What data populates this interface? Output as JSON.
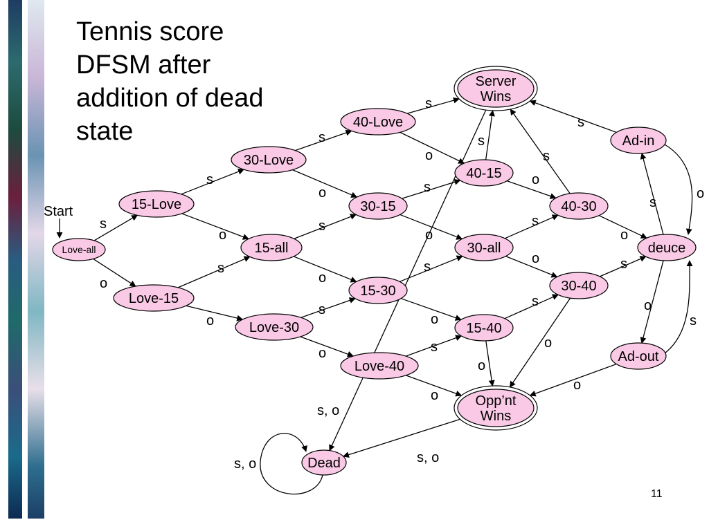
{
  "slide": {
    "title_lines": [
      "Tennis score",
      "DFSM after",
      "addition of dead",
      "state"
    ],
    "page_number": "11"
  },
  "colors": {
    "state_fill": "#f9c9e5",
    "state_stroke": "#000000",
    "edge": "#000000",
    "background": "#ffffff"
  },
  "diagram": {
    "start_label": "Start",
    "states": [
      {
        "id": "love-all",
        "label": "Love-all"
      },
      {
        "id": "15-love",
        "label": "15-Love"
      },
      {
        "id": "love-15",
        "label": "Love-15"
      },
      {
        "id": "30-love",
        "label": "30-Love"
      },
      {
        "id": "15-all",
        "label": "15-all"
      },
      {
        "id": "love-30",
        "label": "Love-30"
      },
      {
        "id": "40-love",
        "label": "40-Love"
      },
      {
        "id": "30-15",
        "label": "30-15"
      },
      {
        "id": "15-30",
        "label": "15-30"
      },
      {
        "id": "love-40",
        "label": "Love-40"
      },
      {
        "id": "40-15",
        "label": "40-15"
      },
      {
        "id": "30-all",
        "label": "30-all"
      },
      {
        "id": "15-40",
        "label": "15-40"
      },
      {
        "id": "40-30",
        "label": "40-30"
      },
      {
        "id": "30-40",
        "label": "30-40"
      },
      {
        "id": "deuce",
        "label": "deuce"
      },
      {
        "id": "ad-in",
        "label": "Ad-in"
      },
      {
        "id": "ad-out",
        "label": "Ad-out"
      },
      {
        "id": "server-wins",
        "label": "Server Wins",
        "accepting": true
      },
      {
        "id": "oppnt-wins",
        "label": "Opp’nt Wins",
        "accepting": true
      },
      {
        "id": "dead",
        "label": "Dead"
      }
    ],
    "transitions": [
      {
        "from": "love-all",
        "to": "15-love",
        "label": "s"
      },
      {
        "from": "love-all",
        "to": "love-15",
        "label": "o"
      },
      {
        "from": "15-love",
        "to": "30-love",
        "label": "s"
      },
      {
        "from": "15-love",
        "to": "15-all",
        "label": "o"
      },
      {
        "from": "love-15",
        "to": "15-all",
        "label": "s"
      },
      {
        "from": "love-15",
        "to": "love-30",
        "label": "o"
      },
      {
        "from": "30-love",
        "to": "40-love",
        "label": "s"
      },
      {
        "from": "30-love",
        "to": "30-15",
        "label": "o"
      },
      {
        "from": "15-all",
        "to": "30-15",
        "label": "s"
      },
      {
        "from": "15-all",
        "to": "15-30",
        "label": "o"
      },
      {
        "from": "love-30",
        "to": "15-30",
        "label": "s"
      },
      {
        "from": "love-30",
        "to": "love-40",
        "label": "o"
      },
      {
        "from": "40-love",
        "to": "server-wins",
        "label": "s"
      },
      {
        "from": "40-love",
        "to": "40-15",
        "label": "o"
      },
      {
        "from": "30-15",
        "to": "40-15",
        "label": "s"
      },
      {
        "from": "30-15",
        "to": "30-all",
        "label": "o"
      },
      {
        "from": "15-30",
        "to": "30-all",
        "label": "s"
      },
      {
        "from": "15-30",
        "to": "15-40",
        "label": "o"
      },
      {
        "from": "love-40",
        "to": "15-40",
        "label": "s"
      },
      {
        "from": "love-40",
        "to": "oppnt-wins",
        "label": "o"
      },
      {
        "from": "40-15",
        "to": "server-wins",
        "label": "s"
      },
      {
        "from": "40-15",
        "to": "40-30",
        "label": "o"
      },
      {
        "from": "30-all",
        "to": "40-30",
        "label": "s"
      },
      {
        "from": "30-all",
        "to": "30-40",
        "label": "o"
      },
      {
        "from": "15-40",
        "to": "30-40",
        "label": "s"
      },
      {
        "from": "15-40",
        "to": "oppnt-wins",
        "label": "o"
      },
      {
        "from": "40-30",
        "to": "server-wins",
        "label": "s"
      },
      {
        "from": "40-30",
        "to": "deuce",
        "label": "o"
      },
      {
        "from": "30-40",
        "to": "deuce",
        "label": "s"
      },
      {
        "from": "30-40",
        "to": "oppnt-wins",
        "label": "o"
      },
      {
        "from": "deuce",
        "to": "ad-in",
        "label": "s"
      },
      {
        "from": "deuce",
        "to": "ad-out",
        "label": "o"
      },
      {
        "from": "ad-in",
        "to": "server-wins",
        "label": "s"
      },
      {
        "from": "ad-in",
        "to": "deuce",
        "label": "o"
      },
      {
        "from": "ad-out",
        "to": "deuce",
        "label": "s"
      },
      {
        "from": "ad-out",
        "to": "oppnt-wins",
        "label": "o"
      },
      {
        "from": "server-wins",
        "to": "dead",
        "label": "s, o"
      },
      {
        "from": "oppnt-wins",
        "to": "dead",
        "label": "s, o"
      },
      {
        "from": "dead",
        "to": "dead",
        "label": "s, o"
      }
    ]
  }
}
